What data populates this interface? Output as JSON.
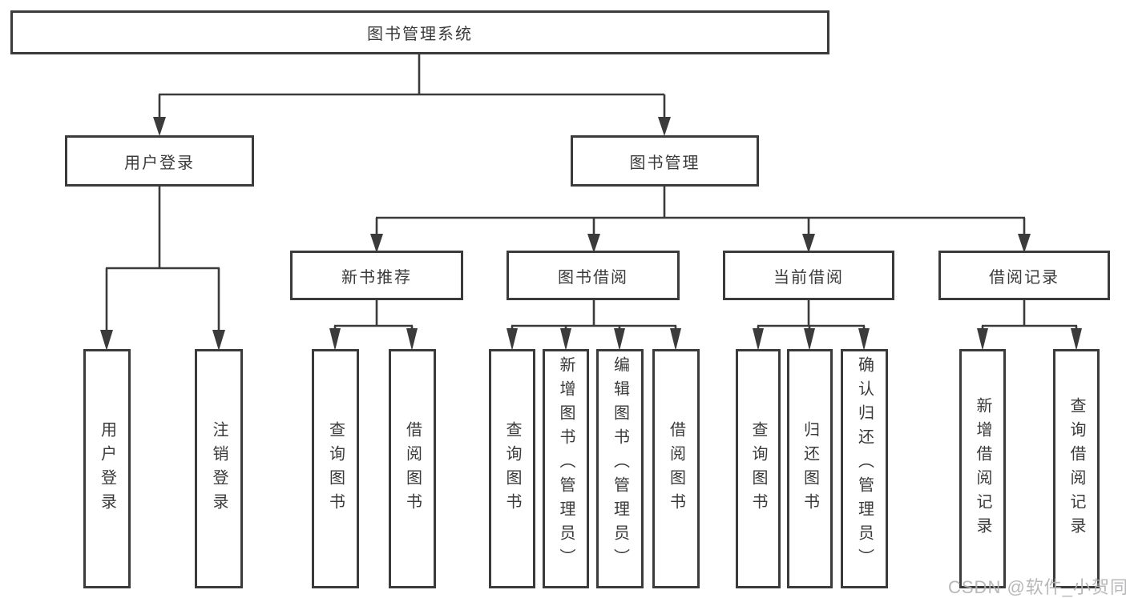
{
  "diagram": {
    "type": "hierarchy-tree",
    "background_color": "#ffffff",
    "line_color": "#3b3b3b",
    "text_color": "#3a3a3a",
    "watermark": "CSDN @软件_小贺同学",
    "watermark_color": "#b2b2b4"
  },
  "hierarchy": {
    "root": {
      "label": "图书管理系统"
    },
    "level2": [
      {
        "label": "用户登录",
        "leaves": [
          "用户登录",
          "注销登录"
        ]
      },
      {
        "label": "图书管理",
        "sections": [
          {
            "label": "新书推荐",
            "leaves": [
              "查询图书",
              "借阅图书"
            ]
          },
          {
            "label": "图书借阅",
            "leaves": [
              "查询图书",
              "新增图书（管理员）",
              "编辑图书（管理员）",
              "借阅图书"
            ]
          },
          {
            "label": "当前借阅",
            "leaves": [
              "查询图书",
              "归还图书",
              "确认归还（管理员）"
            ]
          },
          {
            "label": "借阅记录",
            "leaves": [
              "新增借阅记录",
              "查询借阅记录"
            ]
          }
        ]
      }
    ]
  }
}
